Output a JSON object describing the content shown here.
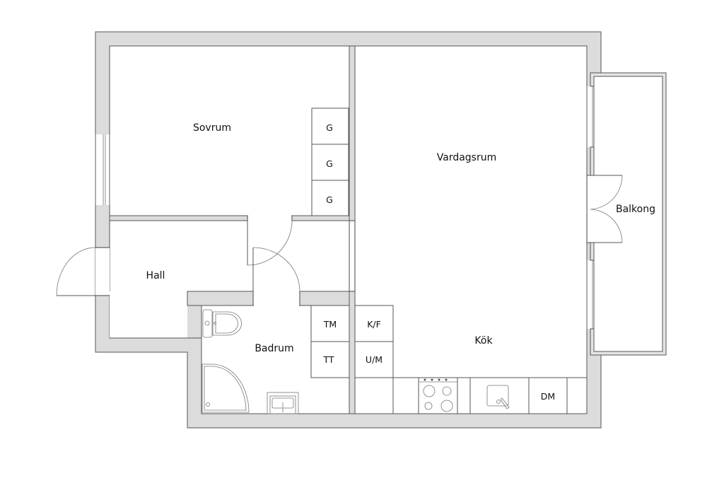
{
  "rooms": {
    "sovrum": "Sovrum",
    "vardagsrum": "Vardagsrum",
    "balkong": "Balkong",
    "hall": "Hall",
    "badrum": "Badrum",
    "kok": "Kök"
  },
  "fixtures": {
    "wardrobe_1": "G",
    "wardrobe_2": "G",
    "wardrobe_3": "G",
    "washer": "TM",
    "dryer": "TT",
    "fridge_freezer": "K/F",
    "oven_microwave": "U/M",
    "dishwasher": "DM"
  },
  "colors": {
    "wall": "#dcdcdc",
    "line": "#555555"
  }
}
